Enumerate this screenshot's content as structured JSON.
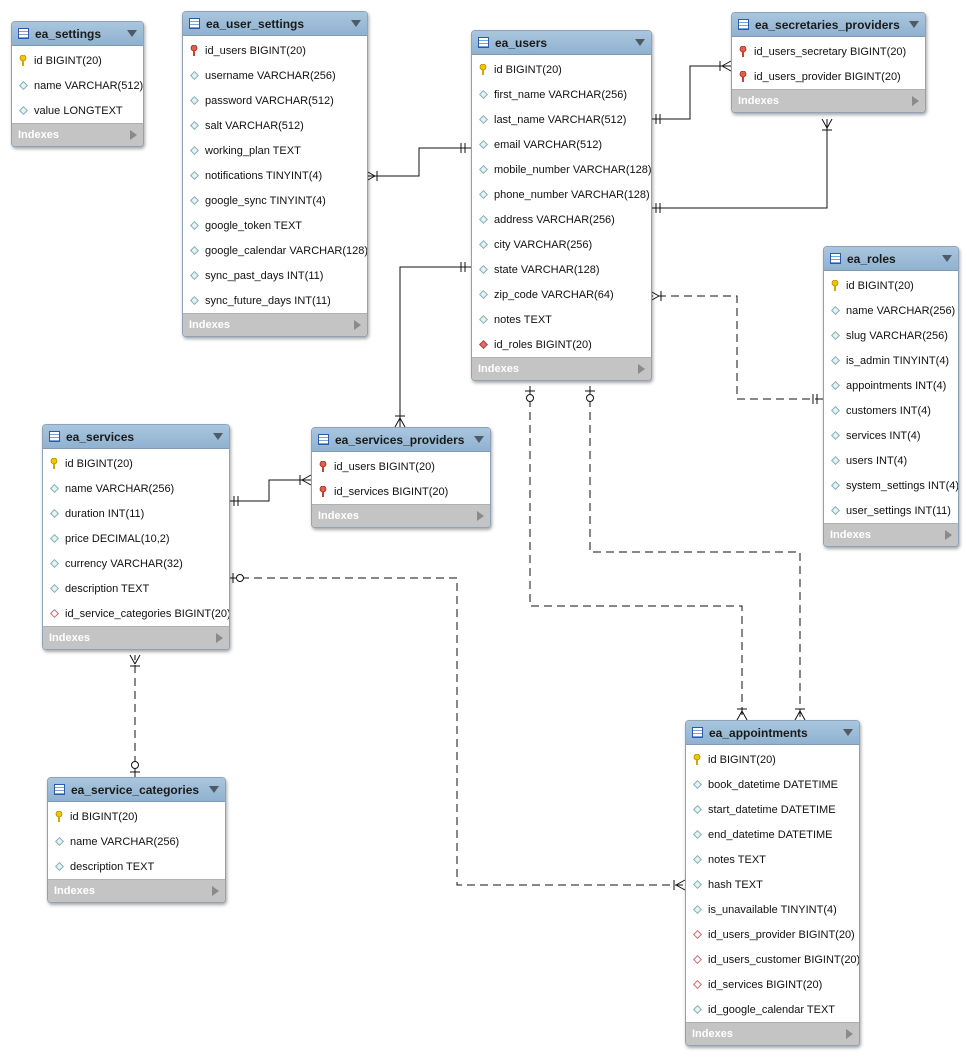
{
  "indexes_label": "Indexes",
  "tables": [
    {
      "name": "ea_settings",
      "columns": [
        {
          "label": "id BIGINT(20)",
          "icon": "primary-key-icon"
        },
        {
          "label": "name VARCHAR(512)",
          "icon": "column-icon"
        },
        {
          "label": "value LONGTEXT",
          "icon": "column-icon"
        }
      ]
    },
    {
      "name": "ea_user_settings",
      "columns": [
        {
          "label": "id_users BIGINT(20)",
          "icon": "foreign-primary-key-icon"
        },
        {
          "label": "username VARCHAR(256)",
          "icon": "column-icon"
        },
        {
          "label": "password VARCHAR(512)",
          "icon": "column-icon"
        },
        {
          "label": "salt VARCHAR(512)",
          "icon": "column-icon"
        },
        {
          "label": "working_plan TEXT",
          "icon": "column-icon"
        },
        {
          "label": "notifications TINYINT(4)",
          "icon": "column-icon"
        },
        {
          "label": "google_sync TINYINT(4)",
          "icon": "column-icon"
        },
        {
          "label": "google_token TEXT",
          "icon": "column-icon"
        },
        {
          "label": "google_calendar VARCHAR(128)",
          "icon": "column-icon"
        },
        {
          "label": "sync_past_days INT(11)",
          "icon": "column-icon"
        },
        {
          "label": "sync_future_days INT(11)",
          "icon": "column-icon"
        }
      ]
    },
    {
      "name": "ea_users",
      "columns": [
        {
          "label": "id BIGINT(20)",
          "icon": "primary-key-icon"
        },
        {
          "label": "first_name VARCHAR(256)",
          "icon": "column-icon"
        },
        {
          "label": "last_name VARCHAR(512)",
          "icon": "column-icon"
        },
        {
          "label": "email VARCHAR(512)",
          "icon": "column-icon"
        },
        {
          "label": "mobile_number VARCHAR(128)",
          "icon": "column-icon"
        },
        {
          "label": "phone_number VARCHAR(128)",
          "icon": "column-icon"
        },
        {
          "label": "address VARCHAR(256)",
          "icon": "column-icon"
        },
        {
          "label": "city VARCHAR(256)",
          "icon": "column-icon"
        },
        {
          "label": "state VARCHAR(128)",
          "icon": "column-icon"
        },
        {
          "label": "zip_code VARCHAR(64)",
          "icon": "column-icon"
        },
        {
          "label": "notes TEXT",
          "icon": "column-icon"
        },
        {
          "label": "id_roles BIGINT(20)",
          "icon": "foreign-key-icon"
        }
      ]
    },
    {
      "name": "ea_secretaries_providers",
      "columns": [
        {
          "label": "id_users_secretary BIGINT(20)",
          "icon": "foreign-primary-key-icon"
        },
        {
          "label": "id_users_provider BIGINT(20)",
          "icon": "foreign-primary-key-icon"
        }
      ]
    },
    {
      "name": "ea_roles",
      "columns": [
        {
          "label": "id BIGINT(20)",
          "icon": "primary-key-icon"
        },
        {
          "label": "name VARCHAR(256)",
          "icon": "column-icon"
        },
        {
          "label": "slug VARCHAR(256)",
          "icon": "column-icon"
        },
        {
          "label": "is_admin TINYINT(4)",
          "icon": "column-icon"
        },
        {
          "label": "appointments INT(4)",
          "icon": "column-icon"
        },
        {
          "label": "customers INT(4)",
          "icon": "column-icon"
        },
        {
          "label": "services INT(4)",
          "icon": "column-icon"
        },
        {
          "label": "users INT(4)",
          "icon": "column-icon"
        },
        {
          "label": "system_settings INT(4)",
          "icon": "column-icon"
        },
        {
          "label": "user_settings INT(11)",
          "icon": "column-icon"
        }
      ]
    },
    {
      "name": "ea_services",
      "columns": [
        {
          "label": "id BIGINT(20)",
          "icon": "primary-key-icon"
        },
        {
          "label": "name VARCHAR(256)",
          "icon": "column-icon"
        },
        {
          "label": "duration INT(11)",
          "icon": "column-icon"
        },
        {
          "label": "price DECIMAL(10,2)",
          "icon": "column-icon"
        },
        {
          "label": "currency VARCHAR(32)",
          "icon": "column-icon"
        },
        {
          "label": "description TEXT",
          "icon": "column-icon"
        },
        {
          "label": "id_service_categories BIGINT(20)",
          "icon": "nullable-foreign-key-icon"
        }
      ]
    },
    {
      "name": "ea_services_providers",
      "columns": [
        {
          "label": "id_users BIGINT(20)",
          "icon": "foreign-primary-key-icon"
        },
        {
          "label": "id_services BIGINT(20)",
          "icon": "foreign-primary-key-icon"
        }
      ]
    },
    {
      "name": "ea_service_categories",
      "columns": [
        {
          "label": "id BIGINT(20)",
          "icon": "primary-key-icon"
        },
        {
          "label": "name VARCHAR(256)",
          "icon": "column-icon"
        },
        {
          "label": "description TEXT",
          "icon": "column-icon"
        }
      ]
    },
    {
      "name": "ea_appointments",
      "columns": [
        {
          "label": "id BIGINT(20)",
          "icon": "primary-key-icon"
        },
        {
          "label": "book_datetime DATETIME",
          "icon": "column-icon"
        },
        {
          "label": "start_datetime DATETIME",
          "icon": "column-icon"
        },
        {
          "label": "end_datetime DATETIME",
          "icon": "column-icon"
        },
        {
          "label": "notes TEXT",
          "icon": "column-icon"
        },
        {
          "label": "hash TEXT",
          "icon": "column-icon"
        },
        {
          "label": "is_unavailable TINYINT(4)",
          "icon": "column-icon"
        },
        {
          "label": "id_users_provider BIGINT(20)",
          "icon": "nullable-foreign-key-icon"
        },
        {
          "label": "id_users_customer BIGINT(20)",
          "icon": "nullable-foreign-key-icon"
        },
        {
          "label": "id_services BIGINT(20)",
          "icon": "nullable-foreign-key-icon"
        },
        {
          "label": "id_google_calendar TEXT",
          "icon": "column-icon"
        }
      ]
    }
  ],
  "relationships": [
    {
      "parent": "ea_users",
      "child": "ea_user_settings",
      "identifying": true
    },
    {
      "parent": "ea_users",
      "child": "ea_secretaries_providers",
      "identifying": true
    },
    {
      "parent": "ea_users",
      "child": "ea_secretaries_providers",
      "identifying": true
    },
    {
      "parent": "ea_roles",
      "child": "ea_users",
      "identifying": false
    },
    {
      "parent": "ea_users",
      "child": "ea_services_providers",
      "identifying": true
    },
    {
      "parent": "ea_services",
      "child": "ea_services_providers",
      "identifying": true
    },
    {
      "parent": "ea_service_categories",
      "child": "ea_services",
      "identifying": false
    },
    {
      "parent": "ea_services",
      "child": "ea_appointments",
      "identifying": false
    },
    {
      "parent": "ea_users",
      "child": "ea_appointments",
      "identifying": false
    },
    {
      "parent": "ea_users",
      "child": "ea_appointments",
      "identifying": false
    }
  ]
}
